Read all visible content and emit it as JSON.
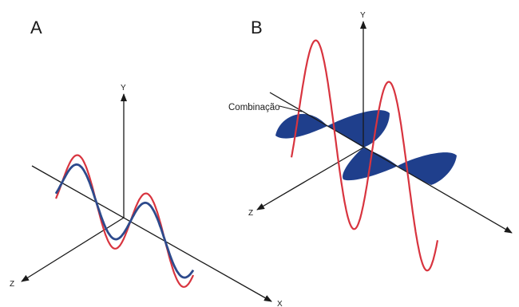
{
  "panels": [
    {
      "label": "A",
      "axes": {
        "y": "Y",
        "z": "Z",
        "x": "X"
      }
    },
    {
      "label": "B",
      "axes": {
        "y": "Y",
        "z": "Z"
      },
      "annotation": "Combinação"
    }
  ],
  "colors": {
    "red_wave": "#d8343f",
    "blue_wave": "#2d4a8c",
    "fill_lobes": "#1f3f8c",
    "axis": "#1a1a1a"
  }
}
